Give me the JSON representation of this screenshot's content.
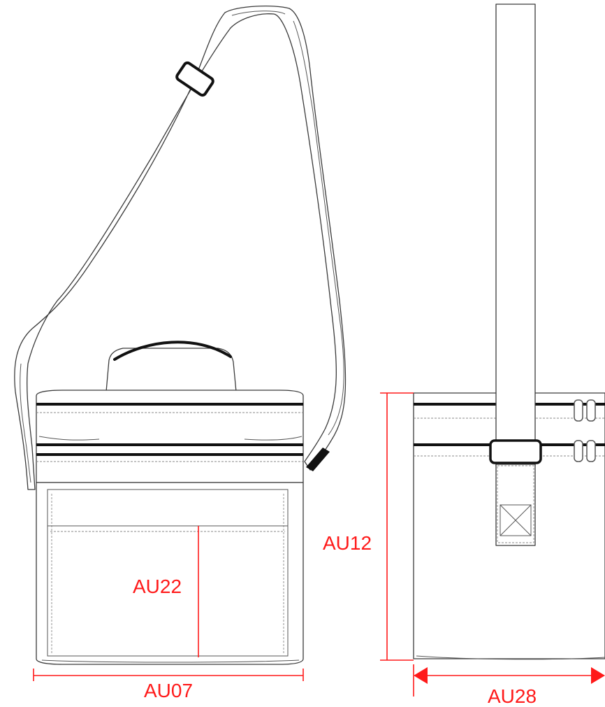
{
  "colors": {
    "dimension": "#ff1a1a",
    "line": "#3a3a3a",
    "background": "#ffffff"
  },
  "labels": {
    "au22": "AU22",
    "au07": "AU07",
    "au12": "AU12",
    "au28": "AU28"
  }
}
